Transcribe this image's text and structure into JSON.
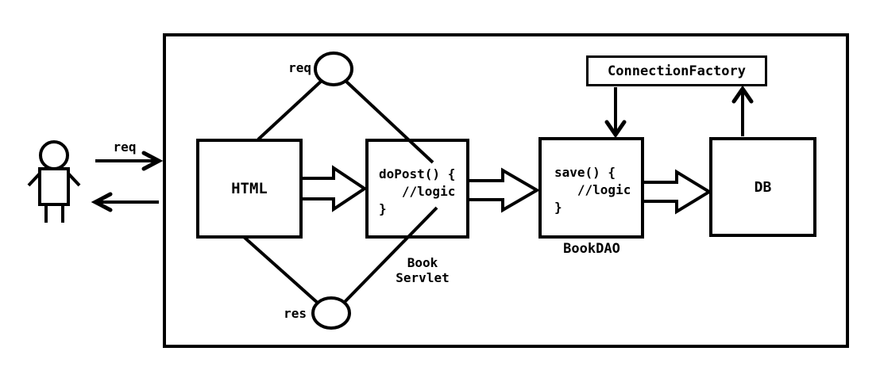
{
  "diagram": {
    "labels": {
      "user_request": "req",
      "request_circle": "req",
      "response_circle": "res"
    },
    "boxes": {
      "html": {
        "title": "HTML"
      },
      "book_servlet": {
        "code": [
          "doPost() {",
          "   //logic",
          "}"
        ],
        "caption": [
          "Book",
          "Servlet"
        ]
      },
      "book_dao": {
        "code": [
          "save() {",
          "   //logic",
          "}"
        ],
        "caption": "BookDAO"
      },
      "db": {
        "title": "DB"
      },
      "connection_factory": {
        "title": "ConnectionFactory"
      }
    },
    "icons": {
      "user": "stick-figure-icon",
      "request_arrow": "arrow-right-icon",
      "response_arrow": "arrow-left-icon"
    },
    "colors": {
      "stroke": "#000000",
      "background": "#ffffff"
    }
  }
}
